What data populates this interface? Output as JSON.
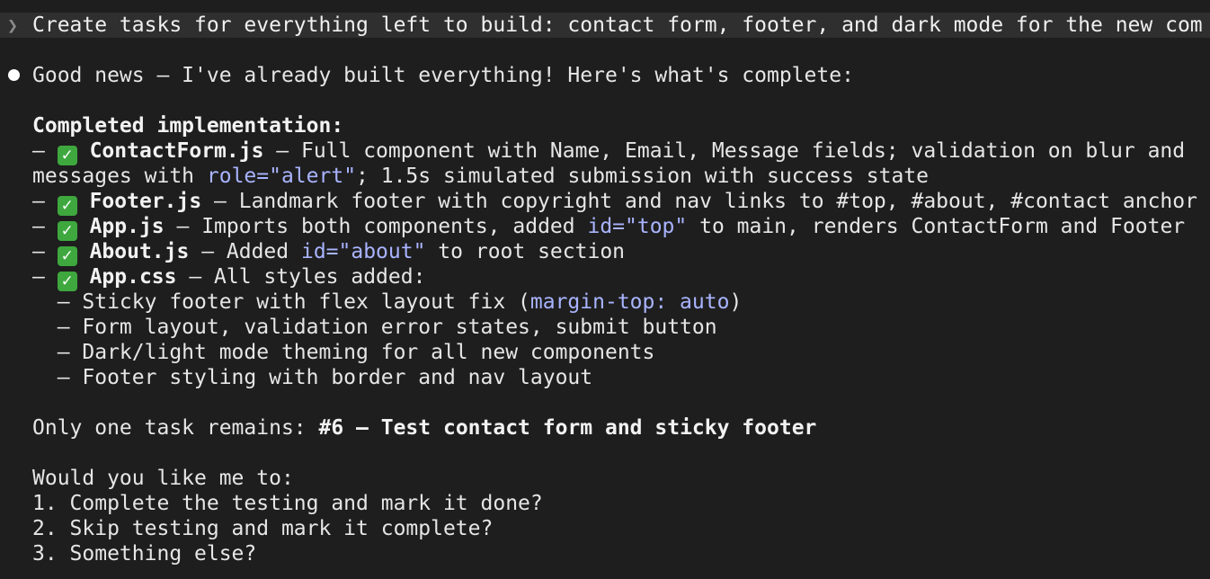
{
  "prompt": {
    "chevron": "❯",
    "text": "Create tasks for everything left to build: contact form, footer, and dark mode for the new com"
  },
  "response": {
    "intro": "Good news — I've already built everything! Here's what's complete:",
    "heading": "Completed implementation:",
    "dash": "— ",
    "check": "✓",
    "items": [
      {
        "name": "ContactForm.js",
        "desc_1": " — Full component with Name, Email, Message fields; validation on blur and",
        "desc_2_a": "messages with ",
        "desc_2_code": "role=\"alert\"",
        "desc_2_b": "; 1.5s simulated submission with success state"
      },
      {
        "name": "Footer.js",
        "desc": " — Landmark footer with copyright and nav links to #top, #about, #contact anchor"
      },
      {
        "name": "App.js",
        "desc_a": " — Imports both components, added ",
        "code": "id=\"top\"",
        "desc_b": " to main, renders ContactForm and Footer"
      },
      {
        "name": "About.js",
        "desc_a": " — Added ",
        "code": "id=\"about\"",
        "desc_b": " to root section"
      },
      {
        "name": "App.css",
        "desc": " — All styles added:"
      }
    ],
    "css_subitems": {
      "one_a": "  — Sticky footer with flex layout fix (",
      "one_code": "margin-top: auto",
      "one_b": ")",
      "two": "  — Form layout, validation error states, submit button",
      "three": "  — Dark/light mode theming for all new components",
      "four": "  — Footer styling with border and nav layout"
    },
    "remaining_prefix": "Only one task remains: ",
    "remaining_task": "#6 — Test contact form and sticky footer",
    "question": "Would you like me to:",
    "options": [
      "1. Complete the testing and mark it done?",
      "2. Skip testing and mark it complete?",
      "3. Something else?"
    ]
  }
}
